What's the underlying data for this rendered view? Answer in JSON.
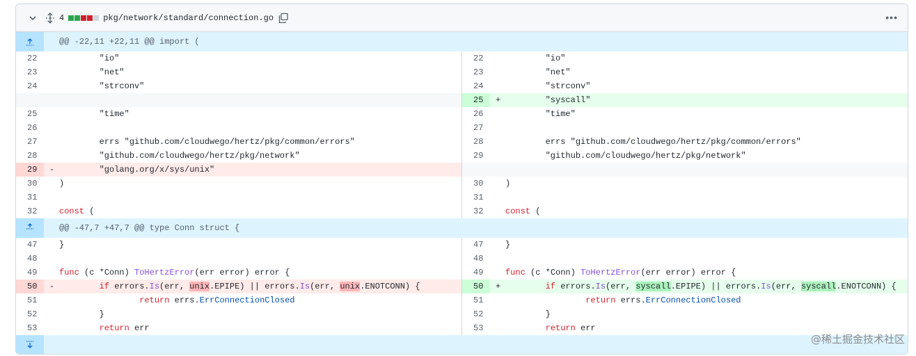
{
  "file": {
    "changes_count": "4",
    "diffstat_colors": [
      "#2da44e",
      "#2da44e",
      "#cf222e",
      "#cf222e",
      "#d0d7de"
    ],
    "path": "pkg/network/standard/connection.go"
  },
  "hunks": [
    {
      "header": "@@ -22,11 +22,11 @@ import ("
    },
    {
      "header": "@@ -47,7 +47,7 @@ type Conn struct {"
    }
  ],
  "rows1": [
    {
      "l": "22",
      "lc": "\t\"io\"",
      "r": "22",
      "rc": "\t\"io\""
    },
    {
      "l": "23",
      "lc": "\t\"net\"",
      "r": "23",
      "rc": "\t\"net\""
    },
    {
      "l": "24",
      "lc": "\t\"strconv\"",
      "r": "24",
      "rc": "\t\"strconv\""
    },
    {
      "l": "",
      "lc": "",
      "r": "25",
      "rc": "\t\"syscall\""
    },
    {
      "l": "25",
      "lc": "\t\"time\"",
      "r": "26",
      "rc": "\t\"time\""
    },
    {
      "l": "26",
      "lc": "",
      "r": "27",
      "rc": ""
    },
    {
      "l": "27",
      "lc": "\terrs \"github.com/cloudwego/hertz/pkg/common/errors\"",
      "r": "28",
      "rc": "\terrs \"github.com/cloudwego/hertz/pkg/common/errors\""
    },
    {
      "l": "28",
      "lc": "\t\"github.com/cloudwego/hertz/pkg/network\"",
      "r": "29",
      "rc": "\t\"github.com/cloudwego/hertz/pkg/network\""
    },
    {
      "l": "29",
      "lc": "\t\"golang.org/x/sys/unix\"",
      "r": "",
      "rc": ""
    },
    {
      "l": "30",
      "lc": ")",
      "r": "30",
      "rc": ")"
    },
    {
      "l": "31",
      "lc": "",
      "r": "31",
      "rc": ""
    },
    {
      "l": "32",
      "lc": "const (",
      "r": "32",
      "rc": "const ("
    }
  ],
  "rows2": [
    {
      "l": "47",
      "r": "47"
    },
    {
      "l": "48",
      "r": "48"
    },
    {
      "l": "49",
      "r": "49"
    },
    {
      "l": "50",
      "r": "50"
    },
    {
      "l": "51",
      "r": "51"
    },
    {
      "l": "52",
      "r": "52"
    },
    {
      "l": "53",
      "r": "53"
    }
  ],
  "signs": {
    "add": "+",
    "del": "-"
  },
  "code2": {
    "close_brace": "}",
    "func_kw": "func",
    "func_recv": " (c *Conn) ",
    "func_name": "ToHertzError",
    "func_rest": "(err error) error {",
    "if_kw": "if",
    "errors_pkg": " errors.",
    "is_fn": "Is",
    "err_open": "(err, ",
    "unix": "unix",
    "syscall": "syscall",
    "epipe": ".EPIPE) || errors.",
    "enotconn": ".ENOTCONN) {",
    "return_kw": "return",
    "errs": " errs.",
    "closed": "ErrConnectionClosed",
    "return_err": " err"
  },
  "watermark": "@稀土掘金技术社区"
}
